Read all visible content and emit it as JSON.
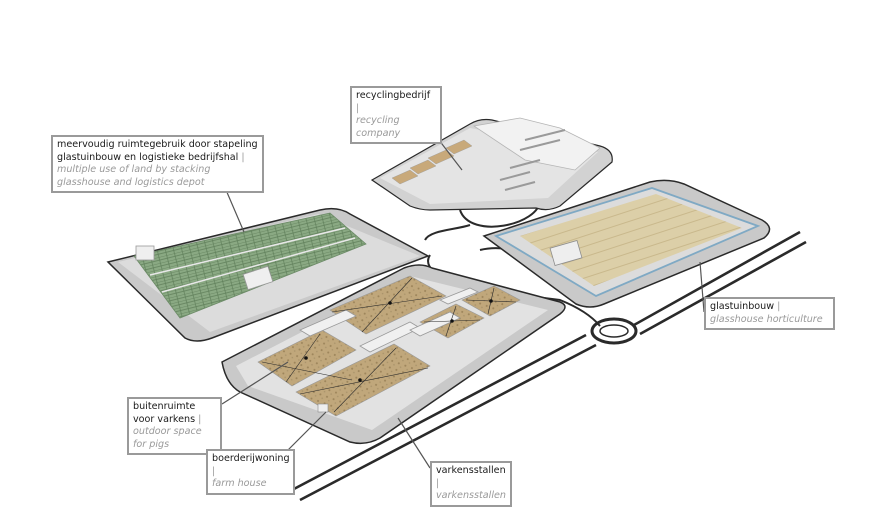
{
  "labels": {
    "recycling": {
      "nl": "recyclingbedrijf",
      "sep": " | ",
      "en": "recycling company"
    },
    "multiple_use": {
      "nl": "meervoudig ruimtegebruik door stapeling glastuinbouw en logistieke bedrijfshal",
      "sep": " | ",
      "en": "multiple use of land by stacking glasshouse and logistics depot"
    },
    "glasshouse": {
      "nl": "glastuinbouw",
      "sep": " | ",
      "en": "glasshouse horticulture"
    },
    "outdoor": {
      "nl": "buitenruimte voor varkens",
      "sep": " | ",
      "en": "outdoor space for pigs"
    },
    "farmhouse": {
      "nl": "boerderijwoning",
      "sep": " | ",
      "en": "farm house"
    },
    "pigsty": {
      "nl": "varkensstallen",
      "sep": " | ",
      "en": "varkensstallen"
    }
  },
  "colors": {
    "base_grey": "#d4d4d4",
    "road": "#2a2a2a",
    "green_roof": "#7d9e77",
    "sand_field": "#d8c9a0",
    "soil": "#b59b6d",
    "water_edge": "#7fa9c4",
    "leader": "#555555"
  }
}
